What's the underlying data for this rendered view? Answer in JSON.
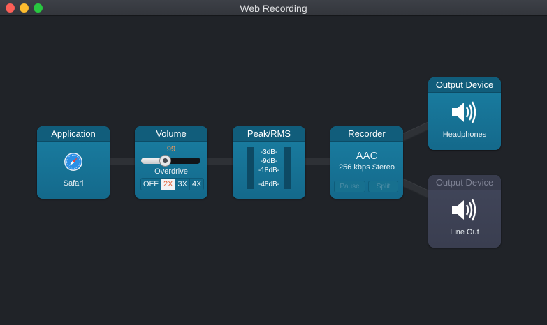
{
  "window": {
    "title": "Web Recording",
    "controls": [
      "close",
      "minimize",
      "maximize"
    ]
  },
  "blocks": {
    "application": {
      "header": "Application",
      "icon": "safari-compass-icon",
      "name": "Safari"
    },
    "volume": {
      "header": "Volume",
      "value": "99",
      "level_percent": 40,
      "overdrive_label": "Overdrive",
      "overdrive_options": [
        "OFF",
        "2X",
        "3X",
        "4X"
      ],
      "overdrive_selected": "2X"
    },
    "peak_rms": {
      "header": "Peak/RMS",
      "scale": [
        "-3dB-",
        "-9dB-",
        "-18dB-",
        "-48dB-"
      ]
    },
    "recorder": {
      "header": "Recorder",
      "format": "AAC",
      "bitrate": "256 kbps Stereo",
      "pause_label": "Pause",
      "split_label": "Split"
    },
    "output_1": {
      "header": "Output Device",
      "icon": "speaker-icon",
      "name": "Headphones",
      "enabled": true
    },
    "output_2": {
      "header": "Output Device",
      "icon": "speaker-icon",
      "name": "Line Out",
      "enabled": false
    }
  },
  "colors": {
    "block_bg": "#1a7fa3",
    "block_header": "#115d7b",
    "disabled_bg": "#41465a",
    "volume_value": "#f39a58",
    "overdrive_active": "#e3653a"
  }
}
